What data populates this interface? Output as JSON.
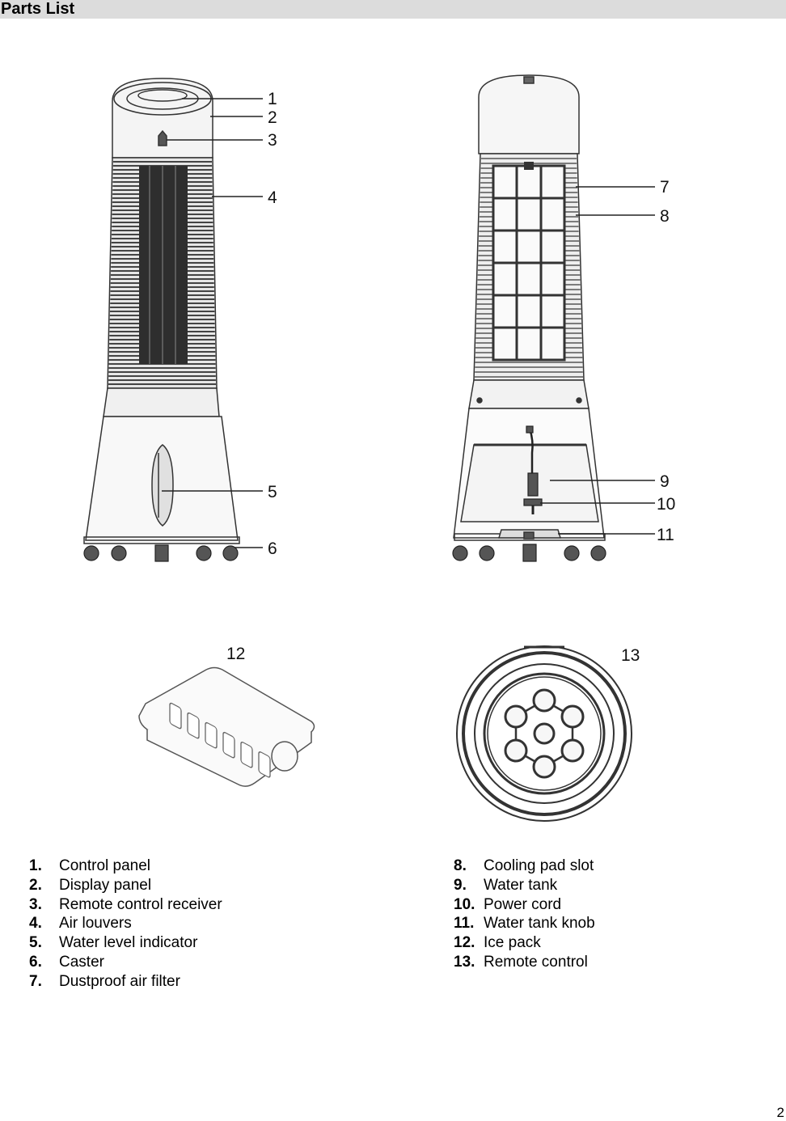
{
  "section": {
    "title": "Parts List"
  },
  "callouts": [
    "1",
    "2",
    "3",
    "4",
    "5",
    "6",
    "7",
    "8",
    "9",
    "10",
    "11",
    "12",
    "13"
  ],
  "parts_left": [
    {
      "num": "1.",
      "label": "Control panel"
    },
    {
      "num": "2.",
      "label": "Display panel"
    },
    {
      "num": "3.",
      "label": "Remote control receiver"
    },
    {
      "num": "4.",
      "label": "Air louvers"
    },
    {
      "num": "5.",
      "label": "Water level indicator"
    },
    {
      "num": "6.",
      "label": "Caster"
    },
    {
      "num": "7.",
      "label": "Dustproof air filter"
    }
  ],
  "parts_right": [
    {
      "num": "8.",
      "label": "Cooling pad slot"
    },
    {
      "num": "9.",
      "label": "Water tank"
    },
    {
      "num": "10.",
      "label": "Power cord"
    },
    {
      "num": "11.",
      "label": "Water tank knob"
    },
    {
      "num": "12.",
      "label": "Ice pack"
    },
    {
      "num": "13.",
      "label": "Remote control"
    }
  ],
  "page_number": "2"
}
